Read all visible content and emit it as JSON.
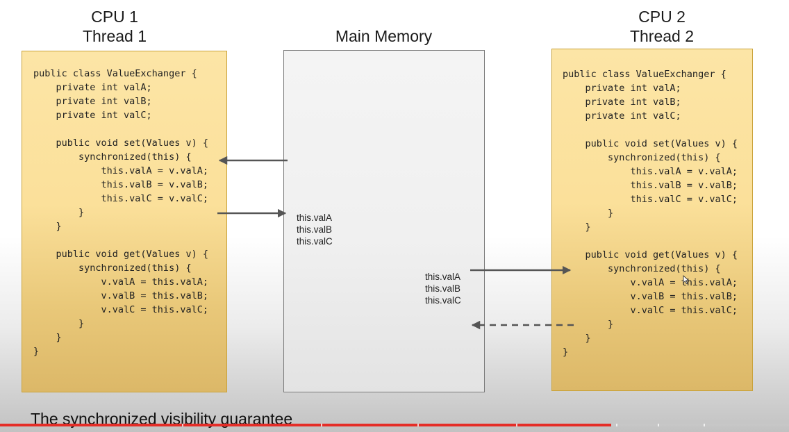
{
  "cpu1": {
    "title_line1": "CPU 1",
    "title_line2": "Thread 1",
    "code": [
      "public class ValueExchanger {",
      "    private int valA;",
      "    private int valB;",
      "    private int valC;",
      "",
      "    public void set(Values v) {",
      "        synchronized(this) {",
      "            this.valA = v.valA;",
      "            this.valB = v.valB;",
      "            this.valC = v.valC;",
      "        }",
      "    }",
      "",
      "    public void get(Values v) {",
      "        synchronized(this) {",
      "            v.valA = this.valA;",
      "            v.valB = this.valB;",
      "            v.valC = this.valC;",
      "        }",
      "    }",
      "}"
    ]
  },
  "cpu2": {
    "title_line1": "CPU 2",
    "title_line2": "Thread 2",
    "code": [
      "public class ValueExchanger {",
      "    private int valA;",
      "    private int valB;",
      "    private int valC;",
      "",
      "    public void set(Values v) {",
      "        synchronized(this) {",
      "            this.valA = v.valA;",
      "            this.valB = v.valB;",
      "            this.valC = v.valC;",
      "        }",
      "    }",
      "",
      "    public void get(Values v) {",
      "        synchronized(this) {",
      "            v.valA = this.valA;",
      "            v.valB = this.valB;",
      "            v.valC = this.valC;",
      "        }",
      "    }",
      "}"
    ]
  },
  "memory": {
    "title": "Main Memory",
    "vars_left": [
      "this.valA",
      "this.valB",
      "this.valC"
    ],
    "vars_right": [
      "this.valA",
      "this.valB",
      "this.valC"
    ]
  },
  "caption": "The synchronized visibility guarantee",
  "player": {
    "progress_percent": 77.5,
    "accent_color": "#e52d27"
  },
  "colors": {
    "cpu_box": "#fce5a6",
    "memory_box": "#f0f0f0",
    "arrow": "#555555"
  }
}
